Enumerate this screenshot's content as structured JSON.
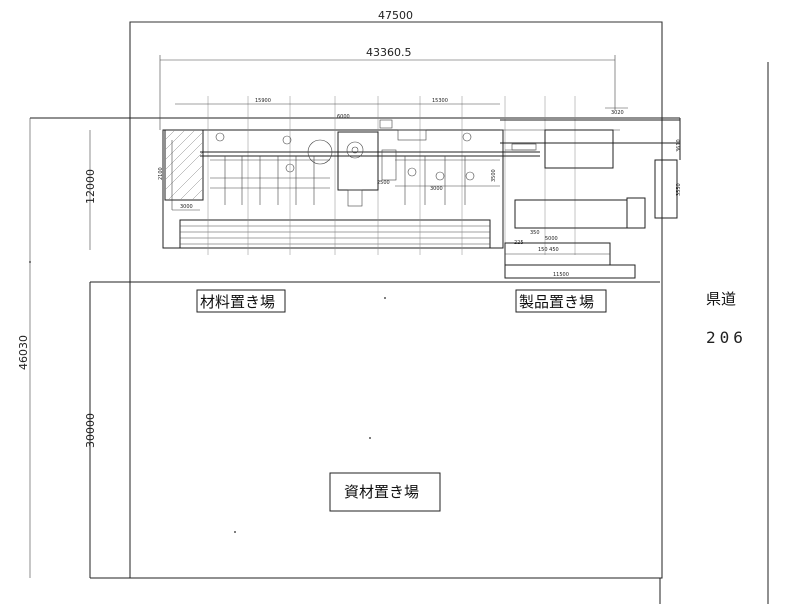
{
  "dimensions": {
    "overall_width": "47500",
    "building_width": "43360.5",
    "overall_height": "46030",
    "upper_height": "12000",
    "lower_height": "30000",
    "inner_left_span": "15900",
    "inner_right_span": "15300",
    "inner_top": "6000",
    "span_2500": "2500",
    "span_3000": "3000",
    "span_5000": "5000",
    "span_11500": "11500",
    "span_3610": "3610",
    "span_3550": "3550",
    "span_3000b": "3000",
    "span_3500": "3500",
    "span_3020": "3020",
    "span_2100": "2100",
    "span_150_450": "150 450",
    "span_350": "350",
    "span_225": "225"
  },
  "areas": {
    "material_yard": "材料置き場",
    "product_yard": "製品置き場",
    "supplies_yard": "資材置き場"
  },
  "road": {
    "name": "県道",
    "number": "206"
  }
}
